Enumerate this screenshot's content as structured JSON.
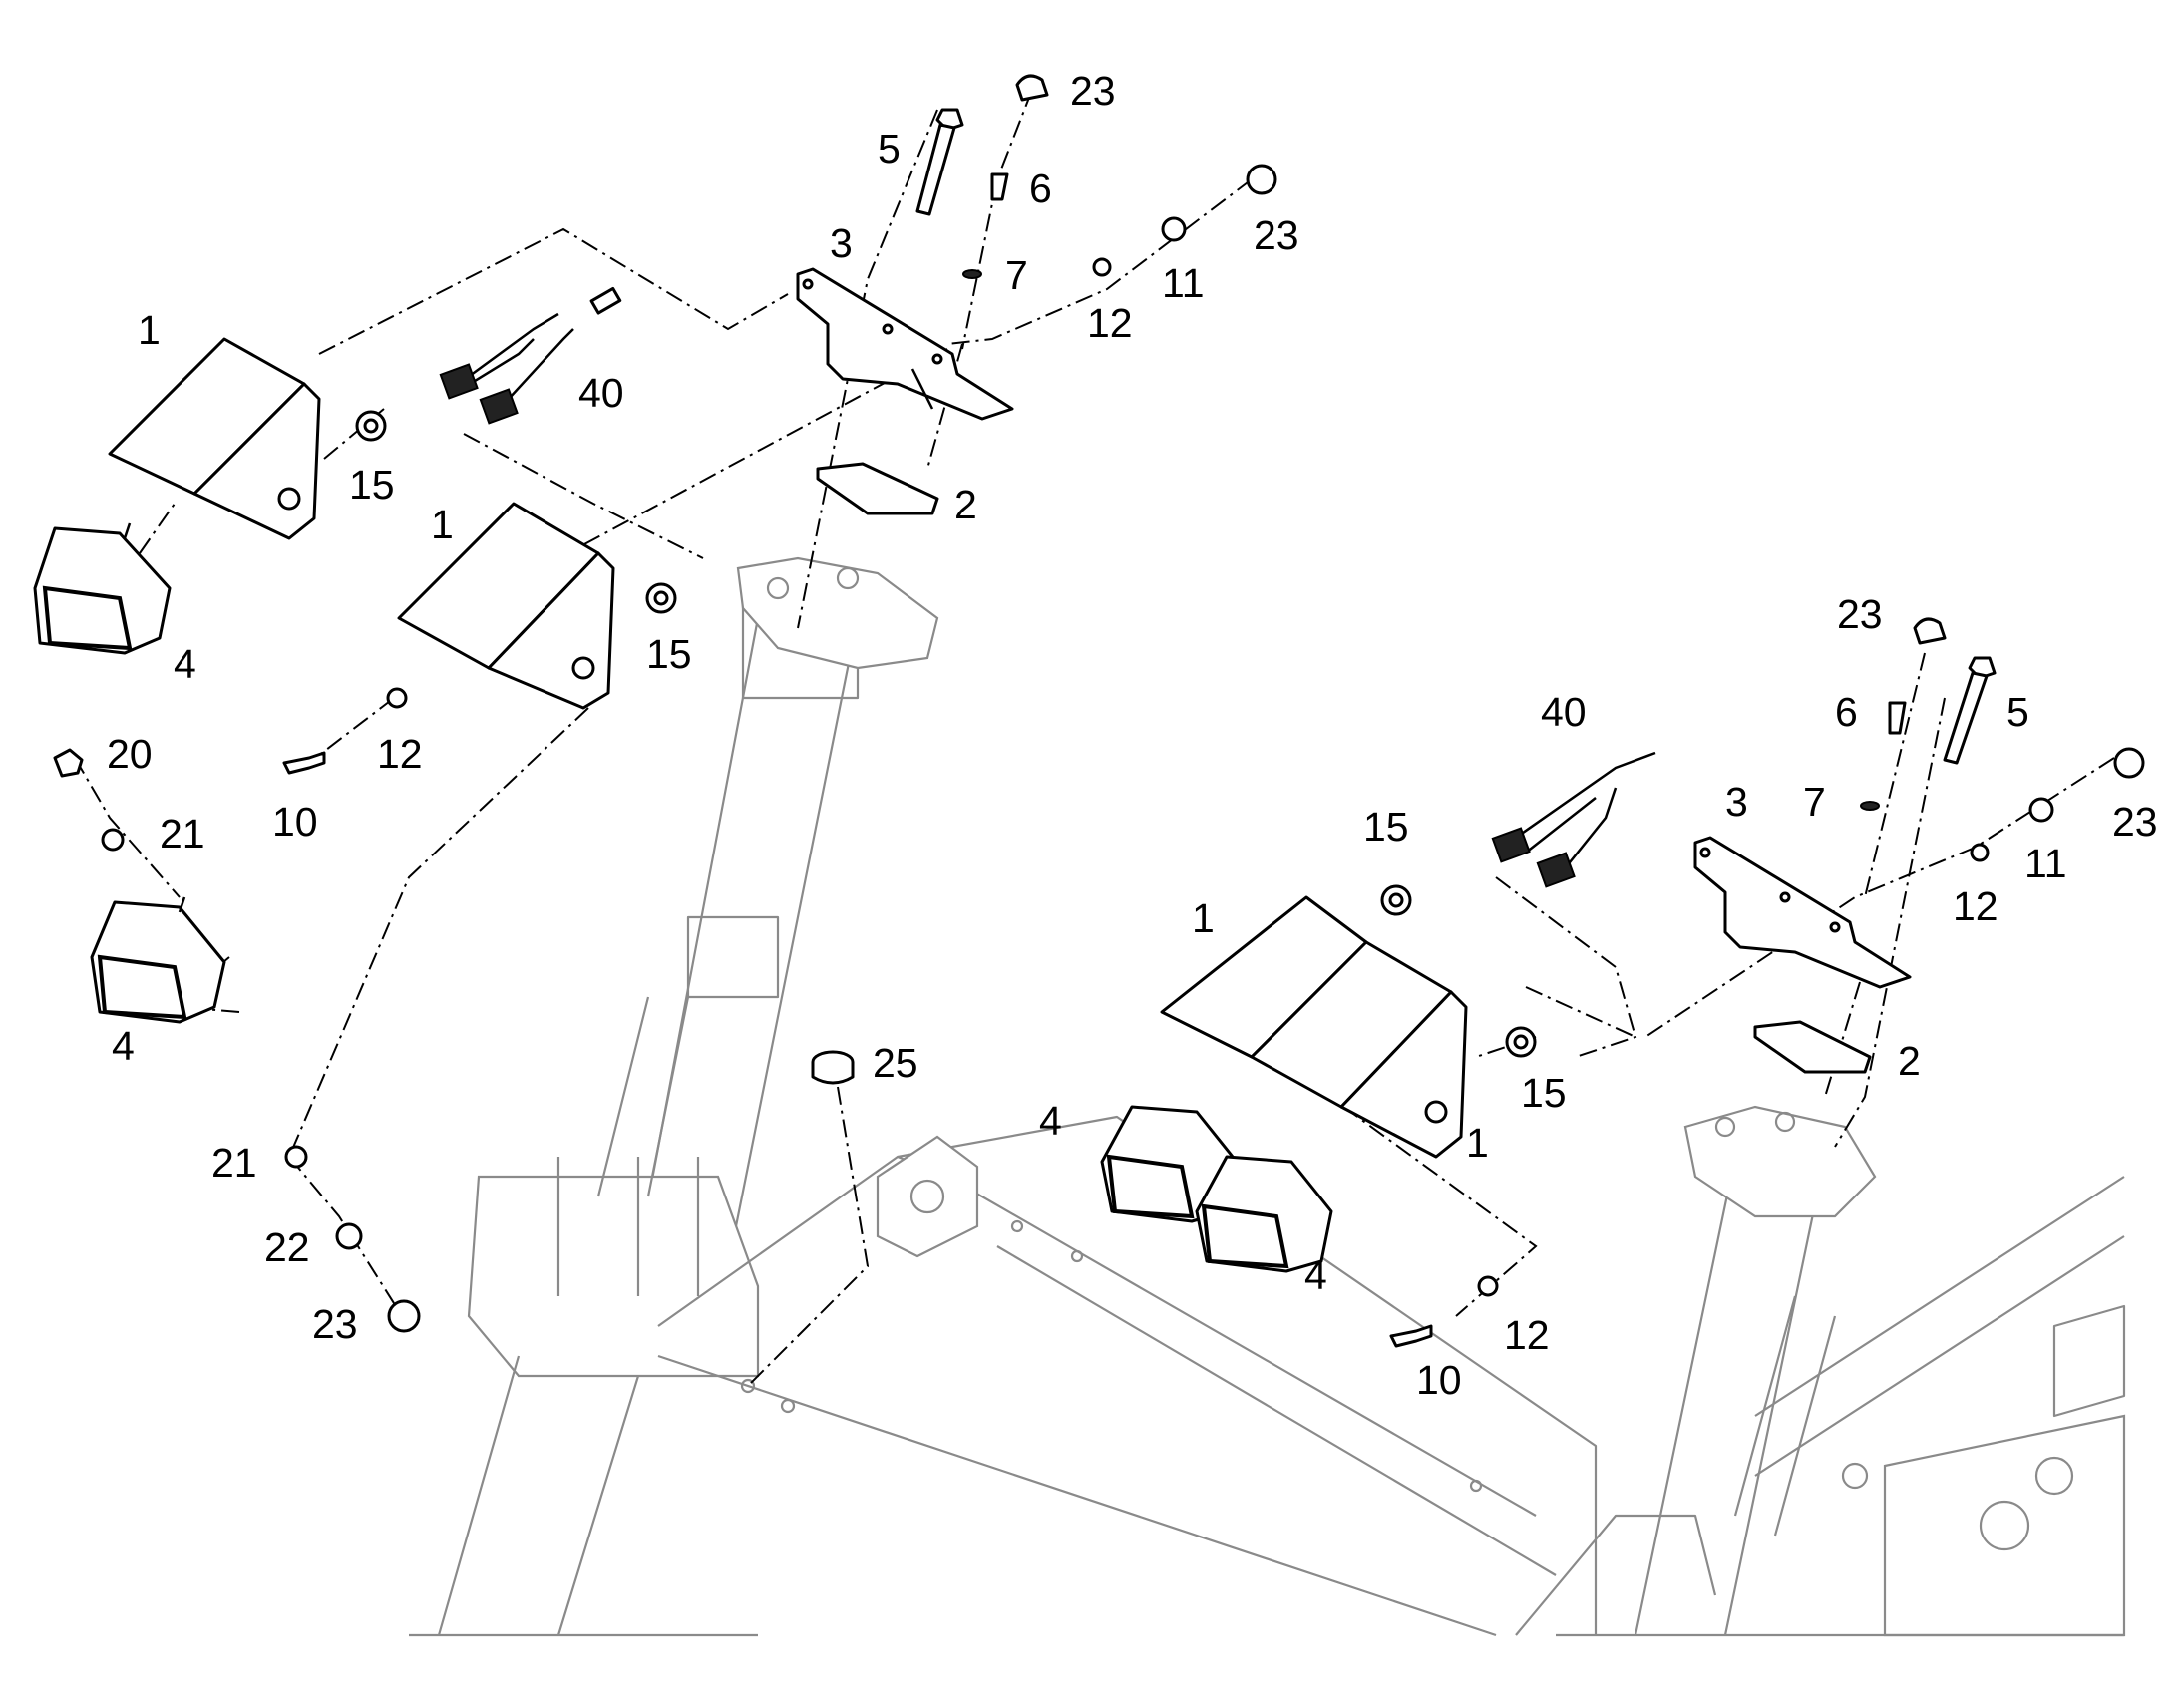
{
  "diagram": {
    "callouts": {
      "c1_a": "1",
      "c1_b": "1",
      "c1_c": "1",
      "c1_d": "1",
      "c2_a": "2",
      "c2_b": "2",
      "c3_a": "3",
      "c3_b": "3",
      "c4_a": "4",
      "c4_b": "4",
      "c4_c": "4",
      "c4_d": "4",
      "c5_a": "5",
      "c5_b": "5",
      "c6_a": "6",
      "c6_b": "6",
      "c7_a": "7",
      "c7_b": "7",
      "c10_a": "10",
      "c10_b": "10",
      "c11_a": "11",
      "c11_b": "11",
      "c12_a": "12",
      "c12_b": "12",
      "c12_c": "12",
      "c12_d": "12",
      "c15_a": "15",
      "c15_b": "15",
      "c15_c": "15",
      "c15_d": "15",
      "c20": "20",
      "c21_a": "21",
      "c21_b": "21",
      "c22": "22",
      "c23_a": "23",
      "c23_b": "23",
      "c23_c": "23",
      "c23_d": "23",
      "c23_e": "23",
      "c25": "25",
      "c40_a": "40",
      "c40_b": "40"
    }
  }
}
